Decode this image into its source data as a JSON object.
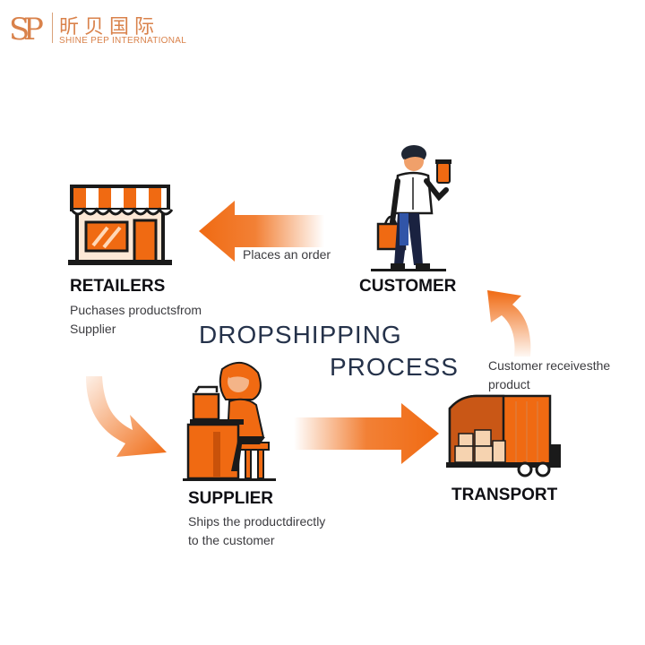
{
  "brand": {
    "logo_chinese": "昕贝国际",
    "logo_english": "SHINE PEP INTERNATIONAL",
    "logo_initials": "SP",
    "accent_color": "#f06a12",
    "text_color": "#25324a"
  },
  "title": {
    "line1": "DROPSHIPPING",
    "line2": "PROCESS"
  },
  "nodes": {
    "retailers": {
      "label": "RETAILERS",
      "desc_line1": "Puchases productsfrom",
      "desc_line2": "Supplier",
      "icon": "storefront-icon"
    },
    "customer": {
      "label": "CUSTOMER",
      "icon": "customer-with-shopping-bag-icon"
    },
    "supplier": {
      "label": "SUPPLIER",
      "desc_line1": "Ships the productdirectly",
      "desc_line2": "to the customer",
      "icon": "person-at-desk-icon"
    },
    "transport": {
      "label": "TRANSPORT",
      "icon": "delivery-truck-icon"
    }
  },
  "arrows": {
    "customer_to_retailers": {
      "label": "Places an order"
    },
    "transport_to_customer": {
      "label_line1": "Customer receivesthe",
      "label_line2": "product"
    }
  }
}
